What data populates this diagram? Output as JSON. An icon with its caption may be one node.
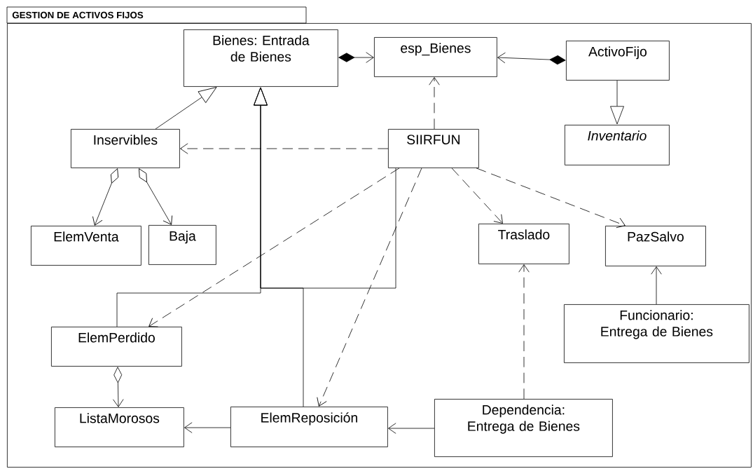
{
  "diagram": {
    "nodes": [
      {
        "text": [
          "GESTION DE ACTIVOS FIJOS"
        ]
      },
      {
        "text": [
          "Bienes: Entrada de Bienes"
        ],
        "in": 0
      },
      {
        "text": [
          "esp_Bienes"
        ],
        "in": 0
      },
      {
        "text": [
          "ActivoFijo"
        ],
        "in": 0
      },
      {
        "text": [
          "Inventario"
        ],
        "in": 0
      },
      {
        "text": [
          "Inservibles"
        ],
        "in": 0
      },
      {
        "text": [
          "SIIRFUN"
        ],
        "in": 0
      },
      {
        "text": [
          "ElemVenta"
        ],
        "in": 0
      },
      {
        "text": [
          "Baja"
        ],
        "in": 0
      },
      {
        "text": [
          "Traslado"
        ],
        "in": 0
      },
      {
        "text": [
          "PazSalvo"
        ],
        "in": 0
      },
      {
        "text": [
          "Funcionario: Entrega de Bienes"
        ],
        "in": 0
      },
      {
        "text": [
          "ElemPerdido"
        ],
        "in": 0
      },
      {
        "text": [
          "ListaMorosos"
        ],
        "in": 0
      },
      {
        "text": [
          "ElemReposición"
        ],
        "in": 0
      },
      {
        "text": [
          "Dependencia: Entrega de Bienes"
        ],
        "in": 0
      }
    ],
    "edges": [
      {
        "from": 1,
        "to": 2,
        "arrow": "to"
      },
      {
        "from": 3,
        "to": 2,
        "arrow": "to"
      },
      {
        "from": 3,
        "to": 4,
        "arrow": "to"
      },
      {
        "from": 5,
        "to": 1,
        "arrow": "to"
      },
      {
        "from": 12,
        "to": 1,
        "arrow": "to"
      },
      {
        "from": 14,
        "to": 1,
        "arrow": "to"
      },
      {
        "from": 6,
        "to": 1,
        "arrow": "to"
      },
      {
        "from": 6,
        "to": 2,
        "arrow": "to",
        "style": "dashed"
      },
      {
        "from": 6,
        "to": 5,
        "arrow": "to",
        "style": "dashed"
      },
      {
        "from": 5,
        "to": 7,
        "arrow": "to"
      },
      {
        "from": 5,
        "to": 8,
        "arrow": "to"
      },
      {
        "from": 6,
        "to": 12,
        "arrow": "to",
        "style": "dashed"
      },
      {
        "from": 6,
        "to": 14,
        "arrow": "to",
        "style": "dashed"
      },
      {
        "from": 6,
        "to": 9,
        "arrow": "to",
        "style": "dashed"
      },
      {
        "from": 6,
        "to": 10,
        "arrow": "to",
        "style": "dashed"
      },
      {
        "from": 11,
        "to": 10,
        "arrow": "to"
      },
      {
        "from": 15,
        "to": 9,
        "arrow": "to",
        "style": "dashed"
      },
      {
        "from": 15,
        "to": 14,
        "arrow": "to"
      },
      {
        "from": 14,
        "to": 13,
        "arrow": "to"
      },
      {
        "from": 12,
        "to": 13,
        "arrow": "to"
      }
    ]
  }
}
